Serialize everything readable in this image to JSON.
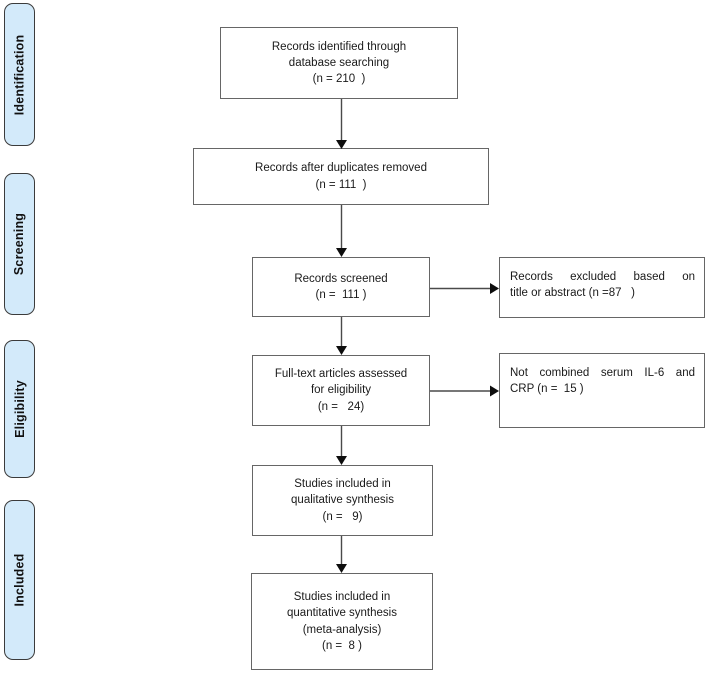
{
  "diagram": {
    "type": "prisma-flow",
    "stages": [
      {
        "id": "identification",
        "label": "Identification"
      },
      {
        "id": "screening",
        "label": "Screening"
      },
      {
        "id": "eligibility",
        "label": "Eligibility"
      },
      {
        "id": "included",
        "label": "Included"
      }
    ],
    "boxes": {
      "identified": "Records identified through\ndatabase searching\n(n = 210  )",
      "duplicates_removed": "Records after duplicates removed\n(n = 111  )",
      "screened": "Records screened\n(n =  111 )",
      "excluded_screening": {
        "line1": "Records excluded based on",
        "line2": "title or abstract (n =87   )"
      },
      "fulltext_assessed": "Full-text articles assessed\nfor eligibility\n(n =   24)",
      "excluded_fulltext": {
        "line1": "Not combined serum IL-6 and",
        "line2": "CRP (n =  15 )"
      },
      "qualitative": "Studies included in\nqualitative synthesis\n(n =   9)",
      "quantitative": "Studies included in\nquantitative synthesis\n(meta-analysis)\n(n =  8 )"
    },
    "counts": {
      "identified": 210,
      "after_duplicates": 111,
      "screened": 111,
      "excluded_title_abstract": 87,
      "fulltext_assessed": 24,
      "excluded_not_combined": 15,
      "qualitative": 9,
      "quantitative": 8
    },
    "colors": {
      "stage_fill": "#d3eafa",
      "stage_border": "#3b3b3b",
      "box_border": "#666666",
      "arrow_line": "#4a4a4a",
      "arrowhead": "#0d0d0d",
      "text": "#1a1a1a",
      "background": "#ffffff"
    }
  }
}
